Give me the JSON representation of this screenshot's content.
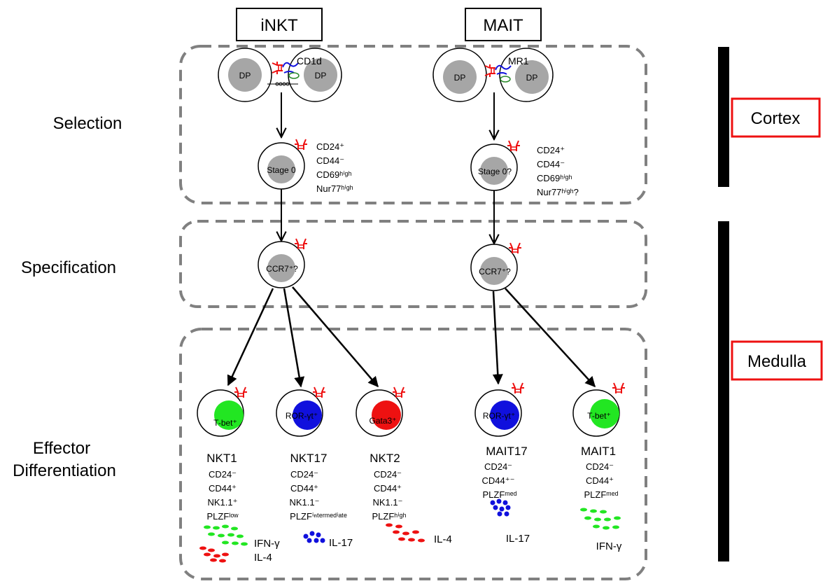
{
  "columns": {
    "left": "iNKT",
    "right": "MAIT"
  },
  "stages": {
    "selection": "Selection",
    "specification": "Specification",
    "effector_line1": "Effector",
    "effector_line2": "Differentiation"
  },
  "regions": {
    "cortex": "Cortex",
    "medulla": "Medulla"
  },
  "inkt": {
    "dp_left": "DP",
    "dp_right": "DP",
    "ligand": "CD1d",
    "stage0": "Stage 0",
    "stage0_markers": [
      "CD24⁺",
      "CD44⁻",
      "CD69ʰⁱᵍʰ",
      "Nur77ʰⁱᵍʰ"
    ],
    "ccr7": "CCR7⁺?",
    "effectors": [
      {
        "nucleus": "T-bet⁺",
        "name": "NKT1",
        "markers": [
          "CD24⁻",
          "CD44⁺",
          "NK1.1⁺",
          "PLZFˡᵒʷ"
        ],
        "nucleus_color": "#22e622"
      },
      {
        "nucleus": "ROR-γt⁺",
        "name": "NKT17",
        "markers": [
          "CD24⁻",
          "CD44⁺",
          "NK1.1⁻",
          "PLZFⁱⁿᵗᵉʳᵐᵉᵈⁱᵃᵗᵉ"
        ],
        "nucleus_color": "#1010dd"
      },
      {
        "nucleus": "Gata3⁺",
        "name": "NKT2",
        "markers": [
          "CD24⁻",
          "CD44⁺",
          "NK1.1⁻",
          "PLZFʰⁱᵍʰ"
        ],
        "nucleus_color": "#ee1111"
      }
    ],
    "cytokines": {
      "nkt1_a": "IFN-γ",
      "nkt1_b": "IL-4",
      "nkt17": "IL-17",
      "nkt2": "IL-4"
    }
  },
  "mait": {
    "dp_left": "DP",
    "dp_right": "DP",
    "ligand": "MR1",
    "stage0": "Stage 0?",
    "stage0_markers": [
      "CD24⁺",
      "CD44⁻",
      "CD69ʰⁱᵍʰ",
      "Nur77ʰⁱᵍʰ?"
    ],
    "ccr7": "CCR7⁺?",
    "effectors": [
      {
        "nucleus": "ROR-γt⁺",
        "name": "MAIT17",
        "markers": [
          "CD24⁻",
          "CD44⁺⁻",
          "PLZFᵐᵉᵈ"
        ],
        "nucleus_color": "#1010dd"
      },
      {
        "nucleus": "T-bet⁺",
        "name": "MAIT1",
        "markers": [
          "CD24⁻",
          "CD44⁺",
          "PLZFᵐᵉᵈ"
        ],
        "nucleus_color": "#22e622"
      }
    ],
    "cytokines": {
      "mait17": "IL-17",
      "mait1": "IFN-γ"
    }
  },
  "colors": {
    "tcr": "#ee1111",
    "nucleus_gray": "#a6a6a6",
    "box_dash": "#808080",
    "region_box": "#ee1111",
    "ligand_blue": "#1010dd",
    "ligand_green": "#2a8a2a"
  }
}
